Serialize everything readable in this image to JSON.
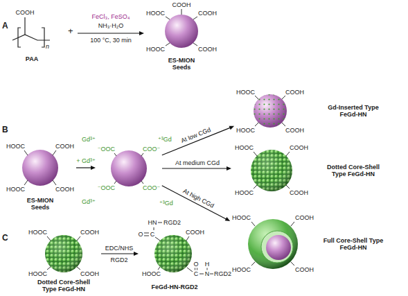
{
  "diagram": {
    "nodes": [
      {
        "text": [
          "PAA"
        ]
      },
      {
        "text": [
          "ES-MION Seeds"
        ]
      },
      {
        "text": [
          "ES-MION Seeds"
        ]
      },
      {
        "text": [
          "Gd³⁺",
          "⁺³Gd",
          "⁻OOC",
          "COO⁻",
          "⁻OOC",
          "COO⁻",
          "Gd³⁺",
          "⁺³Gd"
        ]
      },
      {
        "text": [
          "Gd-Inserted Type FeGd-HN"
        ]
      },
      {
        "text": [
          "Dotted Core-Shell Type FeGd-HN"
        ]
      },
      {
        "text": [
          "Full Core-Shell Type FeGd-HN"
        ]
      },
      {
        "text": [
          "Dotted Core-Shell Type FeGd-HN"
        ]
      },
      {
        "text": [
          "FeGd-HN-RGD2"
        ]
      }
    ],
    "edges": [
      {
        "from": 0,
        "to": 1,
        "arrow": "to",
        "label": "FeCl₃, FeSO₄"
      },
      {
        "from": 2,
        "to": 3,
        "arrow": "to",
        "label": "+ Gd³⁺"
      },
      {
        "from": 3,
        "to": 4,
        "arrow": "to",
        "label": "At low CGd"
      },
      {
        "from": 3,
        "to": 5,
        "arrow": "to",
        "label": "At medium CGd"
      },
      {
        "from": 3,
        "to": 6,
        "arrow": "to",
        "label": "At high CGd"
      },
      {
        "from": 7,
        "to": 8,
        "arrow": "to",
        "label": "EDC/NHS"
      }
    ],
    "labels": [
      "A",
      "COOH",
      "n",
      "+",
      "NH₃·H₂O",
      "100 °C, 30 min",
      "COOH",
      "HOOC",
      "COOH",
      "HOOC",
      "COOH",
      "B",
      "HOOC",
      "COOH",
      "HOOC",
      "COOH",
      "HOOC",
      "COOH",
      "HOOC",
      "COOH",
      "HOOC",
      "COOH",
      "HOOC",
      "COOH",
      "HOOC",
      "COOH",
      "HOOC",
      "COOH",
      "C",
      "HOOC",
      "COOH",
      "HOOC",
      "COOH",
      "RGD2",
      "HN",
      "RGD2",
      "O",
      "C",
      "COOH",
      "HOOC",
      "O",
      "C",
      "H",
      "N",
      "RGD2"
    ]
  }
}
